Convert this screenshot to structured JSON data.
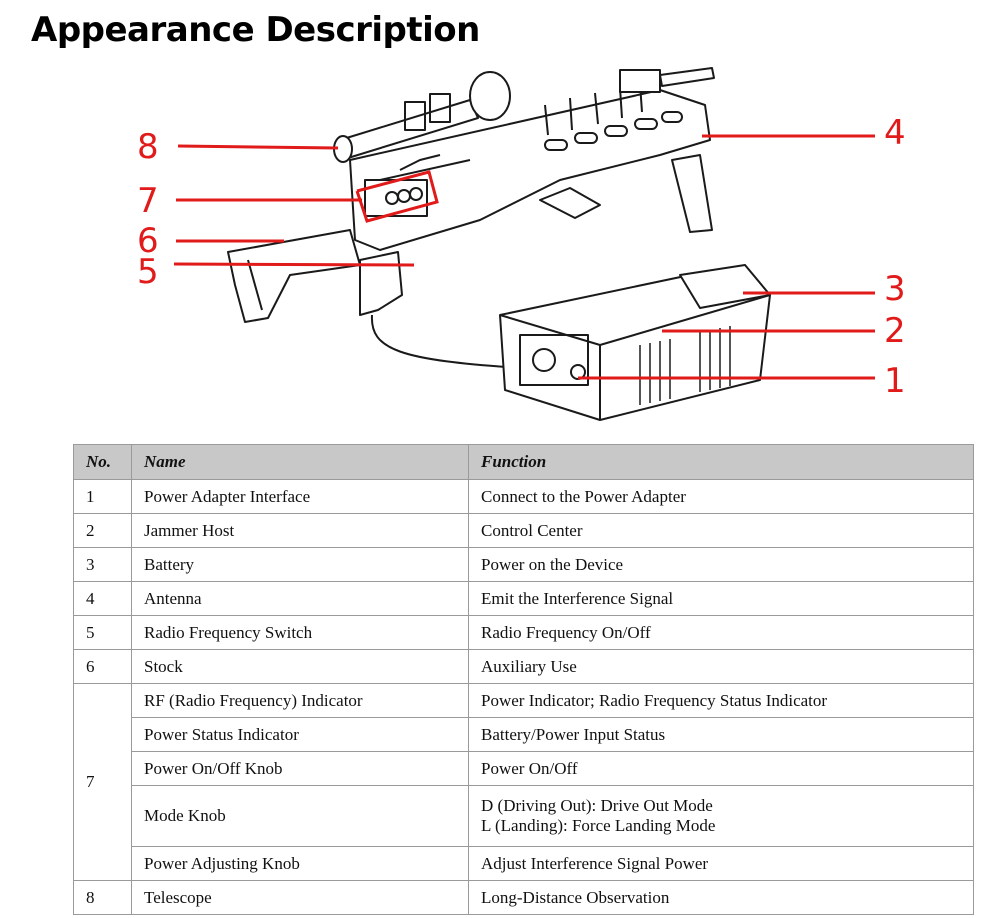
{
  "page": {
    "title": "Appearance Description"
  },
  "figure": {
    "callouts": [
      "1",
      "2",
      "3",
      "4",
      "5",
      "6",
      "7",
      "8"
    ],
    "accent_color": "#e11a1a"
  },
  "table": {
    "headers": {
      "no": "No.",
      "name": "Name",
      "function": "Function"
    },
    "rows": [
      {
        "no": "1",
        "name": "Power Adapter Interface",
        "function": "Connect to the Power Adapter"
      },
      {
        "no": "2",
        "name": "Jammer Host",
        "function": "Control Center"
      },
      {
        "no": "3",
        "name": "Battery",
        "function": "Power on the Device"
      },
      {
        "no": "4",
        "name": "Antenna",
        "function": "Emit the Interference Signal"
      },
      {
        "no": "5",
        "name": "Radio Frequency Switch",
        "function": "Radio Frequency On/Off"
      },
      {
        "no": "6",
        "name": "Stock",
        "function": "Auxiliary Use"
      },
      {
        "no": "7",
        "name": "RF (Radio Frequency) Indicator",
        "function": "Power Indicator; Radio Frequency Status Indicator"
      },
      {
        "no": "",
        "name": "Power Status Indicator",
        "function": "Battery/Power Input Status"
      },
      {
        "no": "",
        "name": "Power On/Off Knob",
        "function": "Power On/Off"
      },
      {
        "no": "",
        "name": "Mode Knob",
        "function": "D (Driving Out): Drive Out Mode",
        "function_line2": "L (Landing): Force Landing Mode"
      },
      {
        "no": "",
        "name": "Power Adjusting Knob",
        "function": "Adjust Interference Signal Power"
      },
      {
        "no": "8",
        "name": "Telescope",
        "function": "Long-Distance Observation"
      }
    ]
  }
}
